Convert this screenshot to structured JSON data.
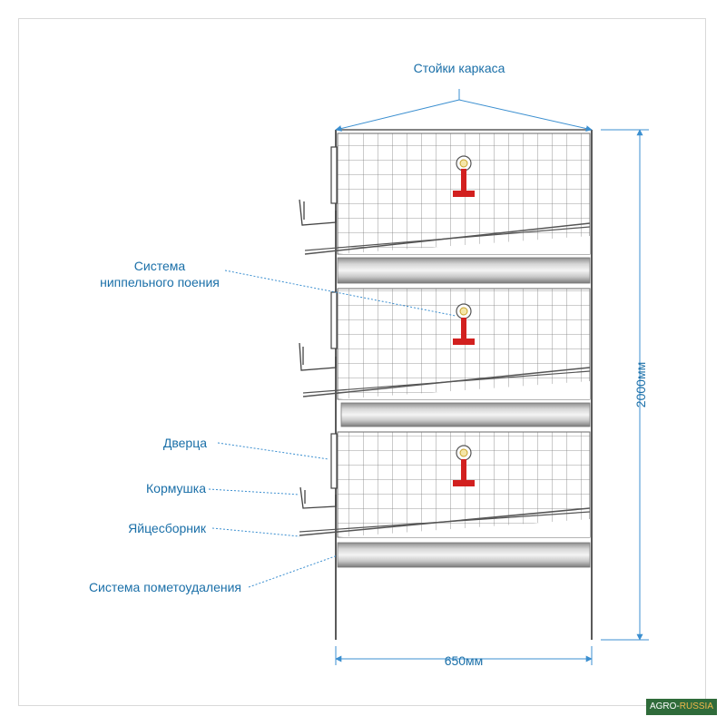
{
  "labels": {
    "frame_posts": "Стойки каркаса",
    "nipple_system_line1": "Система",
    "nipple_system_line2": "ниппельного поения",
    "door": "Дверца",
    "feeder": "Кормушка",
    "egg_collector": "Яйцесборник",
    "manure_system": "Система пометоудаления"
  },
  "dimensions": {
    "height": "2000мм",
    "width": "650мм"
  },
  "watermark": {
    "part1": "AGRO-",
    "part2": "RUSSIA"
  },
  "colors": {
    "annotation_text": "#1a6fa8",
    "dimension_arrow": "#3b8fd0",
    "nipple_red": "#d2201f",
    "frame_line": "#5a5a5a"
  }
}
